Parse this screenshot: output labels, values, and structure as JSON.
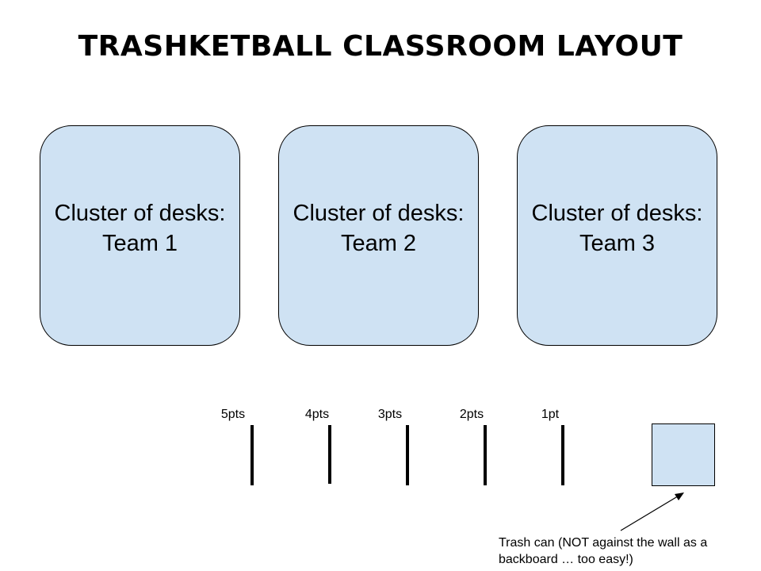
{
  "title": "Trashketball Classroom Layout",
  "colors": {
    "fill": "#cfe2f3",
    "stroke": "#000000",
    "text": "#000000"
  },
  "clusters": [
    {
      "label": "Cluster of desks: Team 1"
    },
    {
      "label": "Cluster of desks: Team 2"
    },
    {
      "label": "Cluster of desks: Team 3"
    }
  ],
  "shooting_lines": [
    {
      "label": "5pts"
    },
    {
      "label": "4pts"
    },
    {
      "label": "3pts"
    },
    {
      "label": "2pts"
    },
    {
      "label": "1pt"
    }
  ],
  "trash_can": {
    "caption": "Trash can (NOT against the wall as a backboard … too easy!)"
  }
}
